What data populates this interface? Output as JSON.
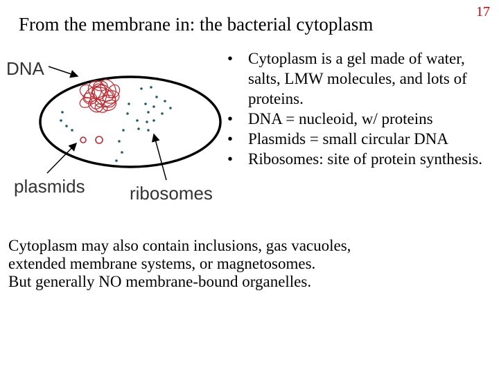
{
  "slide": {
    "title": "From the membrane in: the bacterial cytoplasm",
    "number": "17"
  },
  "diagram": {
    "labels": {
      "dna": "DNA",
      "plasmids": "plasmids",
      "ribosomes": "ribosomes"
    },
    "colors": {
      "dna_coil": "#c0282e",
      "plasmid": "#c0282e",
      "ribosome": "#1f5c6e",
      "outline": "#000000"
    }
  },
  "bullets": [
    "Cytoplasm is a gel made of water, salts, LMW molecules, and lots of proteins.",
    "DNA = nucleoid, w/ proteins",
    "Plasmids = small circular DNA",
    "Ribosomes: site of protein synthesis."
  ],
  "bullet_symbol": "•",
  "body": [
    "Cytoplasm may also contain inclusions, gas vacuoles,",
    "extended membrane systems, or magnetosomes.",
    "But generally NO membrane-bound organelles."
  ]
}
